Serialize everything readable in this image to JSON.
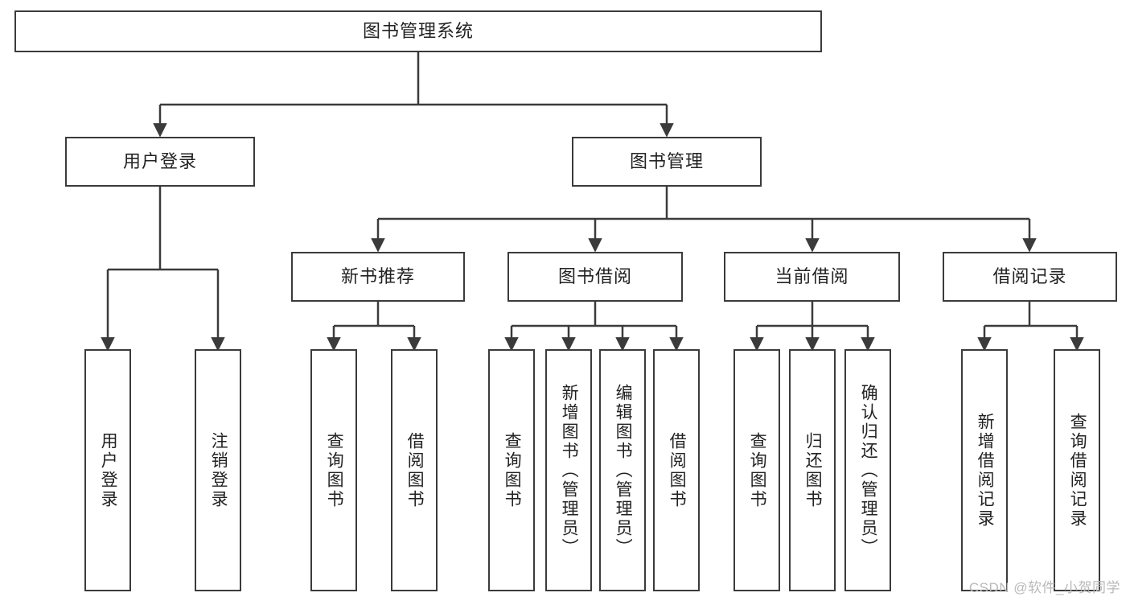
{
  "diagram": {
    "title": "图书管理系统",
    "type": "tree",
    "stroke_color": "#3b3b3b",
    "fill_color": "#ffffff",
    "text_color": "#222222",
    "root": {
      "id": "root",
      "label": "图书管理系统",
      "orientation": "horizontal"
    },
    "level2": [
      {
        "id": "user-login",
        "label": "用户登录",
        "orientation": "horizontal"
      },
      {
        "id": "book-manage",
        "label": "图书管理",
        "orientation": "horizontal"
      }
    ],
    "level3": [
      {
        "id": "new-book-rec",
        "label": "新书推荐",
        "orientation": "horizontal",
        "parent": "book-manage"
      },
      {
        "id": "book-borrow",
        "label": "图书借阅",
        "orientation": "horizontal",
        "parent": "book-manage"
      },
      {
        "id": "current-borrow",
        "label": "当前借阅",
        "orientation": "horizontal",
        "parent": "book-manage"
      },
      {
        "id": "borrow-record",
        "label": "借阅记录",
        "orientation": "horizontal",
        "parent": "book-manage"
      }
    ],
    "leaves": [
      {
        "id": "leaf-user-login",
        "label": "用户登录",
        "parent": "user-login"
      },
      {
        "id": "leaf-user-logout",
        "label": "注销登录",
        "parent": "user-login"
      },
      {
        "id": "leaf-rec-query-book",
        "label": "查询图书",
        "parent": "new-book-rec"
      },
      {
        "id": "leaf-rec-borrow-book",
        "label": "借阅图书",
        "parent": "new-book-rec"
      },
      {
        "id": "leaf-bb-query-book",
        "label": "查询图书",
        "parent": "book-borrow"
      },
      {
        "id": "leaf-bb-add-book",
        "label": "新增图书（管理员）",
        "parent": "book-borrow"
      },
      {
        "id": "leaf-bb-edit-book",
        "label": "编辑图书（管理员）",
        "parent": "book-borrow"
      },
      {
        "id": "leaf-bb-borrow-book",
        "label": "借阅图书",
        "parent": "book-borrow"
      },
      {
        "id": "leaf-cb-query-book",
        "label": "查询图书",
        "parent": "current-borrow"
      },
      {
        "id": "leaf-cb-return-book",
        "label": "归还图书",
        "parent": "current-borrow"
      },
      {
        "id": "leaf-cb-confirm-return",
        "label": "确认归还（管理员）",
        "parent": "current-borrow"
      },
      {
        "id": "leaf-br-add-record",
        "label": "新增借阅记录",
        "parent": "borrow-record"
      },
      {
        "id": "leaf-br-query-record",
        "label": "查询借阅记录",
        "parent": "borrow-record"
      }
    ]
  },
  "watermark": {
    "text": "CSDN @软件_小贺同学"
  }
}
